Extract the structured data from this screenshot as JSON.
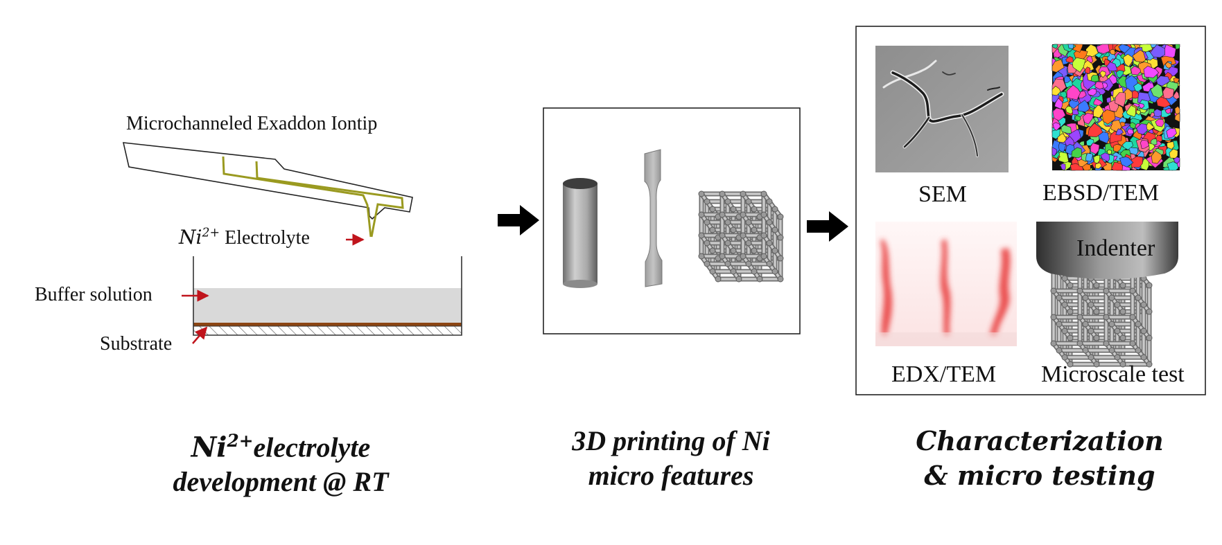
{
  "panel1": {
    "tip_label": "Microchanneled Exaddon Iontip",
    "electrolyte_ion": "Ni",
    "electrolyte_charge": "2+",
    "electrolyte_label": "Electrolyte",
    "buffer_label": "Buffer solution",
    "substrate_label": "Substrate",
    "caption_ion": "Ni",
    "caption_charge": "2+",
    "caption_line1_rest": "electrolyte",
    "caption_line2": "development @ RT"
  },
  "panel2": {
    "caption_line1": "3D printing of Ni",
    "caption_line2": "micro features"
  },
  "panel3": {
    "sem_label": "SEM",
    "ebsd_label": "EBSD/TEM",
    "edx_label": "EDX/TEM",
    "micro_label": "Microscale test",
    "indenter_label": "Indenter",
    "caption_line1": "Characterization",
    "caption_line2": "& micro testing"
  },
  "colors": {
    "channel": "#9a9a20",
    "arrow_red": "#c0141c",
    "buffer": "#d9d9d9",
    "substrate": "#8b4513",
    "edx_red": "#e03030"
  }
}
